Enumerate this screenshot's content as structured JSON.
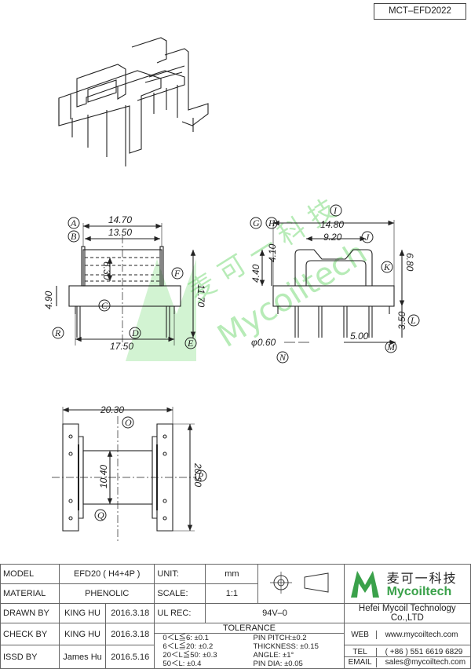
{
  "drawing_code": "MCT–EFD2022",
  "watermark": {
    "cn": "麦 可 一 科 技",
    "en": "Mycoiltech"
  },
  "front_view": {
    "dims": {
      "A": "14.70",
      "B": "13.50",
      "C": "6.30",
      "D": "17.50",
      "E": "11.70",
      "F": "4.90"
    },
    "labels": {
      "A": "A",
      "B": "B",
      "C": "C",
      "D": "D",
      "E": "E",
      "F": "F",
      "R": "R"
    }
  },
  "side_view": {
    "dims": {
      "I": "14.80",
      "J": "9.20",
      "G": "4.40",
      "H": "4.10",
      "K": "6.80",
      "L": "3.50",
      "M": "5.00",
      "N": "φ0.60"
    },
    "labels": {
      "G": "G",
      "H": "H",
      "I": "I",
      "J": "J",
      "K": "K",
      "L": "L",
      "M": "M",
      "N": "N"
    }
  },
  "top_view": {
    "dims": {
      "O": "20.30",
      "P": "20.30",
      "Q": "10.40"
    },
    "labels": {
      "O": "O",
      "P": "P",
      "Q": "Q"
    }
  },
  "title_block": {
    "model_label": "MODEL",
    "model_value": "EFD20 ( H4+4P )",
    "material_label": "MATERIAL",
    "material_value": "PHENOLIC",
    "drawn_label": "DRAWN BY",
    "drawn_name": "KING HU",
    "drawn_date": "2016.3.18",
    "check_label": "CHECK BY",
    "check_name": "KING HU",
    "check_date": "2016.3.18",
    "issued_label": "ISSD BY",
    "issued_name": "James Hu",
    "issued_date": "2016.5.16",
    "unit_label": "UNIT:",
    "unit_value": "mm",
    "scale_label": "SCALE:",
    "scale_value": "1:1",
    "ul_label": "UL REC:",
    "ul_value": "94V–0",
    "tolerance_label": "TOLERANCE",
    "tol1": "0＜L≦6:  ±0.1",
    "tol2": "6＜L≦20:  ±0.2",
    "tol3": "20＜L≦50:  ±0.3",
    "tol4": "50＜L:  ±0.4",
    "pin_pitch": "PIN PITCH:±0.2",
    "thickness": "THICKNESS:  ±0.15",
    "angle": "ANGLE:  ±1°",
    "pin_dia": "PIN DIA:  ±0.05",
    "logo_cn": "麦可一科技",
    "logo_en": "Mycoiltech",
    "company": "Hefei Mycoil Technology Co.,LTD",
    "web_label": "WEB",
    "web_value": "www.mycoiltech.com",
    "tel_label": "TEL",
    "tel_value": "( +86 ) 551 6619 6829",
    "email_label": "EMAIL",
    "email_value": "sales@mycoiltech.com"
  }
}
